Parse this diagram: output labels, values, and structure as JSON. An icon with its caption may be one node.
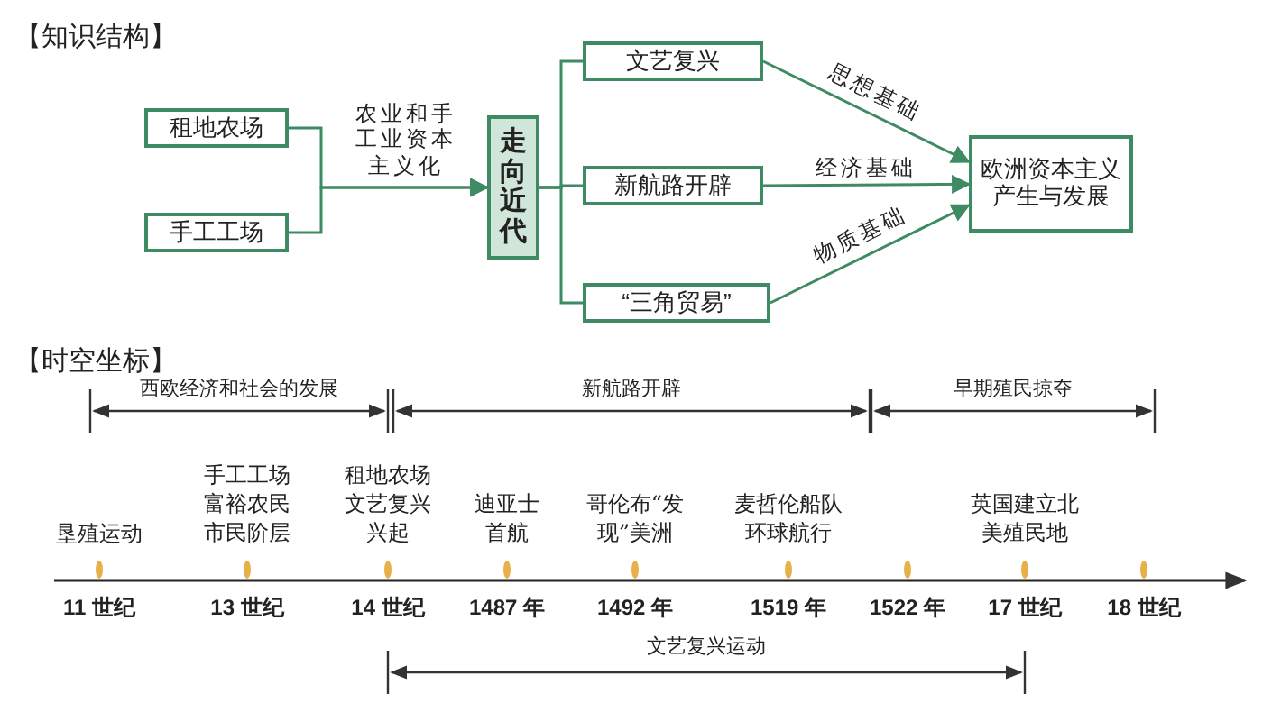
{
  "diagram": {
    "nodes": [
      {
        "text": [
          "租地农场"
        ]
      },
      {
        "text": [
          "手工工场"
        ]
      },
      {
        "text": [
          "走向近代"
        ]
      },
      {
        "text": [
          "文艺复兴"
        ]
      },
      {
        "text": [
          "新航路开辟"
        ]
      },
      {
        "text": [
          "“三角贸易”"
        ]
      },
      {
        "text": [
          "欧洲资本主义产生与发展"
        ]
      }
    ],
    "edges": [
      {
        "from": 0,
        "to": 2,
        "arrow": "to",
        "label": "农业和手工业资本主义化"
      },
      {
        "from": 1,
        "to": 2,
        "arrow": "to"
      },
      {
        "from": 2,
        "to": 3,
        "arrow": "none"
      },
      {
        "from": 2,
        "to": 4,
        "arrow": "none"
      },
      {
        "from": 2,
        "to": 5,
        "arrow": "none"
      },
      {
        "from": 3,
        "to": 6,
        "arrow": "to",
        "label": "思想基础"
      },
      {
        "from": 4,
        "to": 6,
        "arrow": "to",
        "label": "经济基础"
      },
      {
        "from": 5,
        "to": 6,
        "arrow": "to",
        "label": "物质基础"
      }
    ],
    "labels": [
      "【知识结构】",
      "【时空坐标】",
      "西欧经济和社会的发展",
      "新航路开辟",
      "早期殖民掠夺",
      "垦殖运动",
      "手工工场富裕农民市民阶层",
      "租地农场文艺复兴兴起",
      "迪亚士首航",
      "哥伦布“发现”美洲",
      "麦哲伦船队环球航行",
      "英国建立北美殖民地",
      "11 世纪",
      "13 世纪",
      "14 世纪",
      "1487 年",
      "1492 年",
      "1519 年",
      "1522 年",
      "17 世纪",
      "18 世纪",
      "文艺复兴运动"
    ]
  }
}
